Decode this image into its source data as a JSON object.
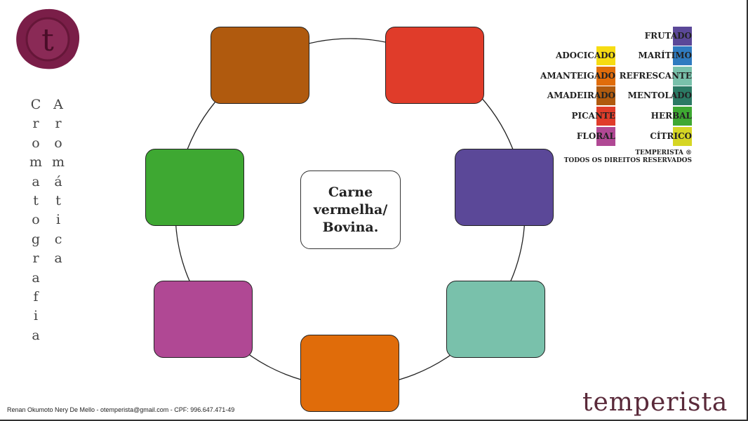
{
  "title_vertical": {
    "word1": [
      "C",
      "r",
      "o",
      "m",
      "a",
      "t",
      "o",
      "g",
      "r",
      "a",
      "f",
      "i",
      "a"
    ],
    "word2": [
      "A",
      "r",
      "o",
      "m",
      "á",
      "t",
      "i",
      "c",
      "a"
    ]
  },
  "center": {
    "line1": "Carne",
    "line2": "vermelha/",
    "line3": "Bovina."
  },
  "wheel_boxes": [
    {
      "name": "amadeirado",
      "color": "#b05a0e"
    },
    {
      "name": "picante",
      "color": "#e03c2a"
    },
    {
      "name": "frutado",
      "color": "#5b4898"
    },
    {
      "name": "refrescante",
      "color": "#79c1ab"
    },
    {
      "name": "amanteigado",
      "color": "#e06c0a"
    },
    {
      "name": "floral",
      "color": "#b04894"
    },
    {
      "name": "herbal",
      "color": "#3ea832"
    }
  ],
  "legend": {
    "left": [
      {
        "label": "ADOCICADO",
        "color": "#f6dc12"
      },
      {
        "label": "AMANTEIGADO",
        "color": "#e06c0a"
      },
      {
        "label": "AMADEIRADO",
        "color": "#b05a0e"
      },
      {
        "label": "PICANTE",
        "color": "#e03c2a"
      },
      {
        "label": "FLORAL",
        "color": "#b04894"
      }
    ],
    "right": [
      {
        "label": "FRUTADO",
        "color": "#5b4898"
      },
      {
        "label": "MARÍTIMO",
        "color": "#2f7bc0"
      },
      {
        "label": "REFRESCANTE",
        "color": "#79c1ab"
      },
      {
        "label": "MENTOLADO",
        "color": "#2b7a64"
      },
      {
        "label": "HERBAL",
        "color": "#3ea832"
      },
      {
        "label": "CÍTRICO",
        "color": "#d6d624"
      }
    ],
    "rights_line1": "TEMPERISTA ®",
    "rights_line2": "TODOS OS DIREITOS RESERVADOS"
  },
  "footer": "Renan Okumoto Nery De Mello - otemperista@gmail.com - CPF: 996.647.471-49",
  "brand": "temperista",
  "seal_letter": "t"
}
